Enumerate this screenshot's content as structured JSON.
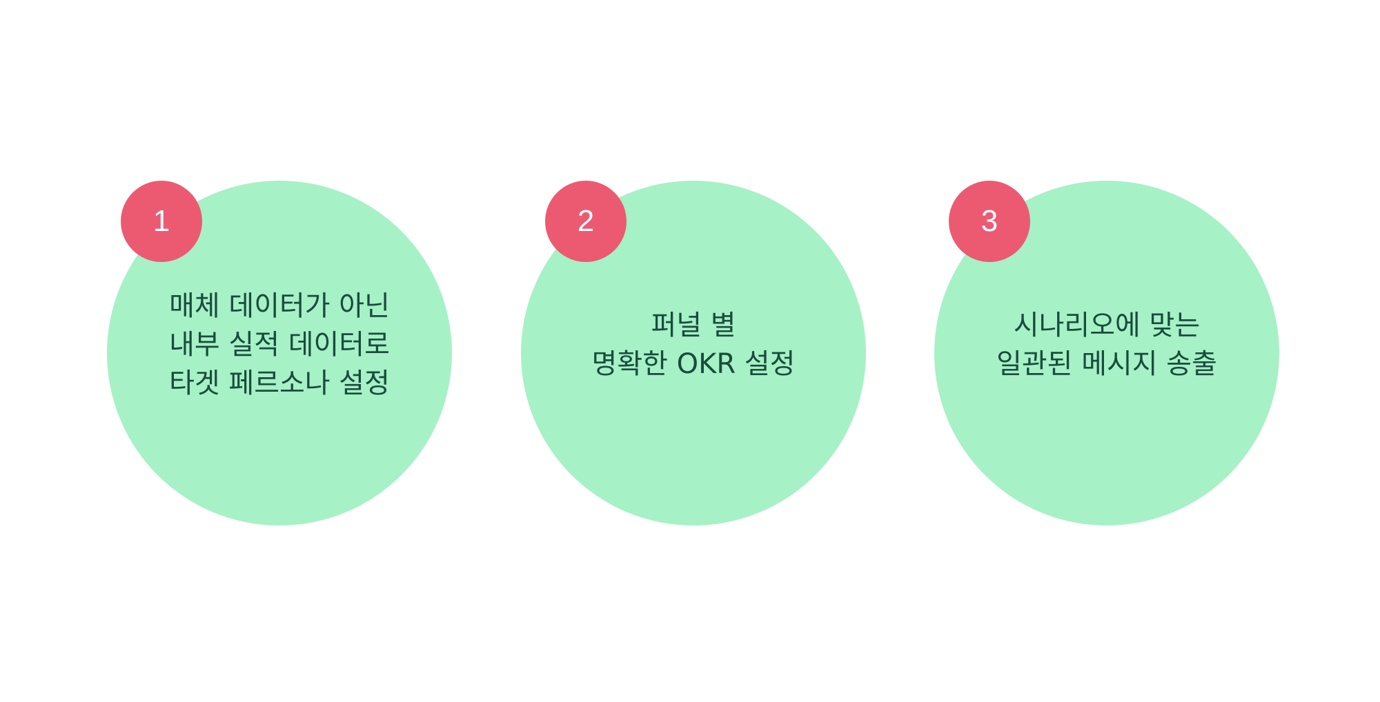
{
  "colors": {
    "circle_fill": "#a6f1c6",
    "badge_fill": "#ec5a72",
    "text": "#184c3c",
    "badge_text": "#ffffff"
  },
  "steps": [
    {
      "number": "1",
      "text": "매체 데이터가 아닌\n내부 실적 데이터로\n타겟 페르소나 설정"
    },
    {
      "number": "2",
      "text": "퍼널 별\n명확한 OKR 설정"
    },
    {
      "number": "3",
      "text": "시나리오에 맞는\n일관된 메시지 송출"
    }
  ]
}
